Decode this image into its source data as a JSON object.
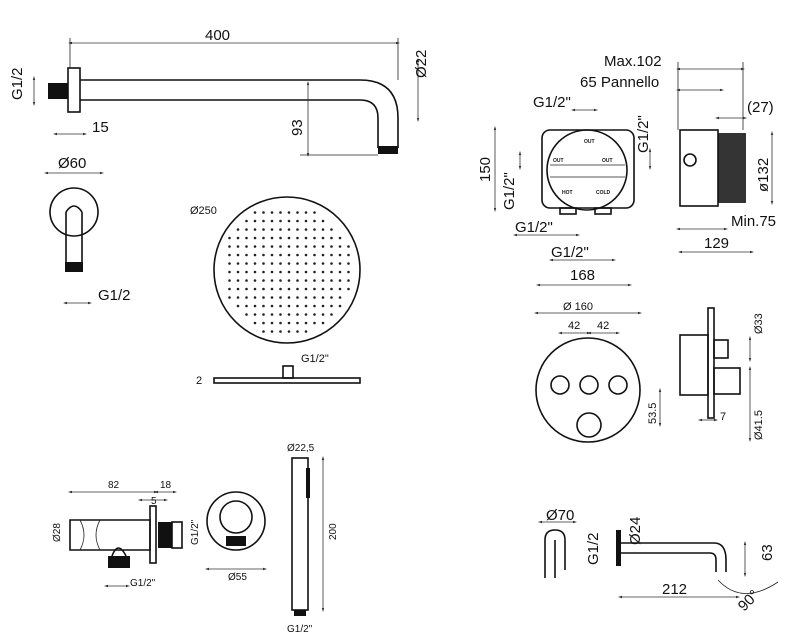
{
  "shower_arm": {
    "length": "400",
    "diameter": "Ø22",
    "thread": "G1/2",
    "flange_depth": "15",
    "drop": "93"
  },
  "arm_flange": {
    "diameter": "Ø60",
    "thread": "G1/2"
  },
  "shower_head": {
    "diameter": "Ø250",
    "thread": "G1/2\"",
    "thickness": "2"
  },
  "mixer_box": {
    "max_depth": "Max.102",
    "panel": "65 Pannello",
    "offset": "(27)",
    "thread_top": "G1/2\"",
    "thread_right": "G1/2\"",
    "height": "150",
    "thread_left": "G1/2\"",
    "thread_bottom_left": "G1/2\"",
    "thread_bottom": "G1/2\"",
    "width": "168",
    "diameter": "ø132",
    "min_depth": "Min.75",
    "depth": "129",
    "ports": [
      "OUT",
      "OUT",
      "OUT",
      "HOT",
      "COLD"
    ]
  },
  "control_plate": {
    "diameter": "Ø 160",
    "spacing_left": "42",
    "spacing_right": "42",
    "knob_offset": "53.5",
    "button_diameter": "Ø33",
    "knob_diameter": "Ø41.5",
    "depth": "7"
  },
  "wall_outlet": {
    "length": "82",
    "flange": "18",
    "gap": "5",
    "diameter": "Ø28",
    "thread_side": "G1/2\"",
    "thread_bottom": "G1/2\"",
    "rosette": "Ø55"
  },
  "hand_shower": {
    "diameter": "Ø22,5",
    "length": "200",
    "thread": "G1/2\""
  },
  "spout": {
    "rosette": "Ø70",
    "diameter": "Ø24",
    "thread": "G1/2",
    "drop": "63",
    "length": "212",
    "angle": "90°"
  }
}
